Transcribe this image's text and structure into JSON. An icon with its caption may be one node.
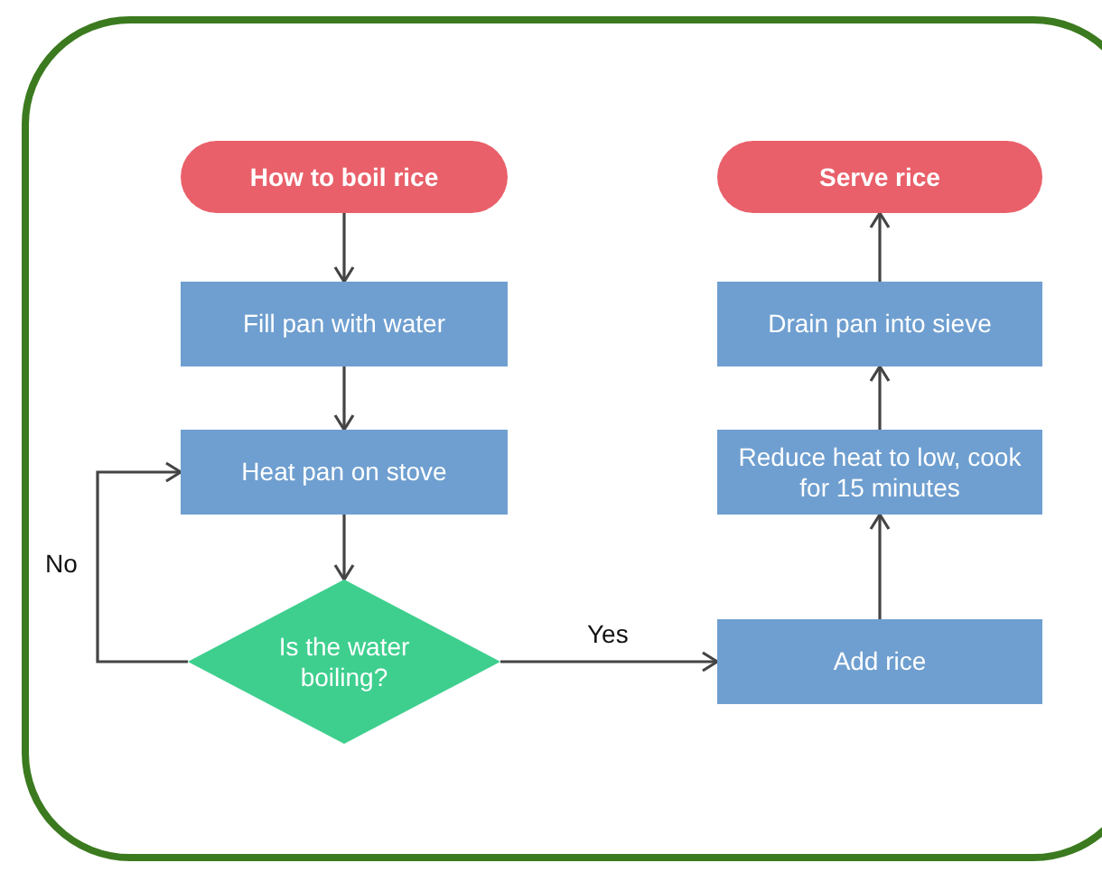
{
  "diagram": {
    "nodes": [
      {
        "text": [
          "How to boil rice"
        ]
      },
      {
        "text": [
          "Fill pan with water"
        ]
      },
      {
        "text": [
          "Heat pan on stove"
        ]
      },
      {
        "text": [
          "Is the water boiling?"
        ]
      },
      {
        "text": [
          "Add rice"
        ]
      },
      {
        "text": [
          "Reduce heat to low, cook for 15 minutes"
        ]
      },
      {
        "text": [
          "Drain pan into sieve"
        ]
      },
      {
        "text": [
          "Serve rice"
        ]
      }
    ],
    "edges": [
      {
        "from": 0,
        "to": 1,
        "arrow": "to"
      },
      {
        "from": 1,
        "to": 2,
        "arrow": "to"
      },
      {
        "from": 2,
        "to": 3,
        "arrow": "to"
      },
      {
        "from": 3,
        "to": 2,
        "arrow": "to",
        "label": "No"
      },
      {
        "from": 3,
        "to": 4,
        "arrow": "to",
        "label": "Yes"
      },
      {
        "from": 4,
        "to": 5,
        "arrow": "to"
      },
      {
        "from": 5,
        "to": 6,
        "arrow": "to"
      },
      {
        "from": 6,
        "to": 7,
        "arrow": "to"
      }
    ]
  }
}
